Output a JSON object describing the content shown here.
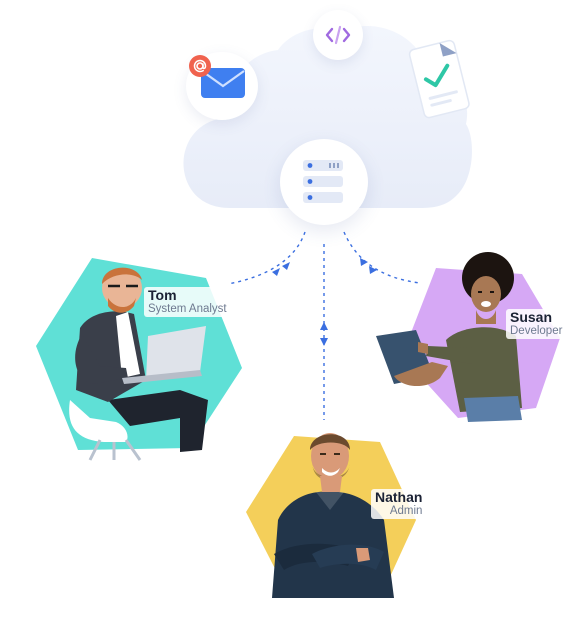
{
  "people": [
    {
      "name": "Tom",
      "role": "System Analyst",
      "hex_color": "#5fe0d6",
      "shirt_color": "#3a3f4a"
    },
    {
      "name": "Susan",
      "role": "Developer",
      "hex_color": "#d6a8f5",
      "shirt_color": "#5c5f44"
    },
    {
      "name": "Nathan",
      "role": "Admin",
      "hex_color": "#f4cf5a",
      "shirt_color": "#22354a"
    }
  ],
  "icons": {
    "email": "email-icon",
    "at_badge": "at-sign-icon",
    "code": "code-icon",
    "document": "document-check-icon",
    "server": "server-icon"
  },
  "colors": {
    "cloud": "#eef2fb",
    "connector": "#3b6fe0",
    "accent_red": "#f0624e",
    "accent_purple": "#a06ae0",
    "accent_teal": "#2ec7a6"
  }
}
